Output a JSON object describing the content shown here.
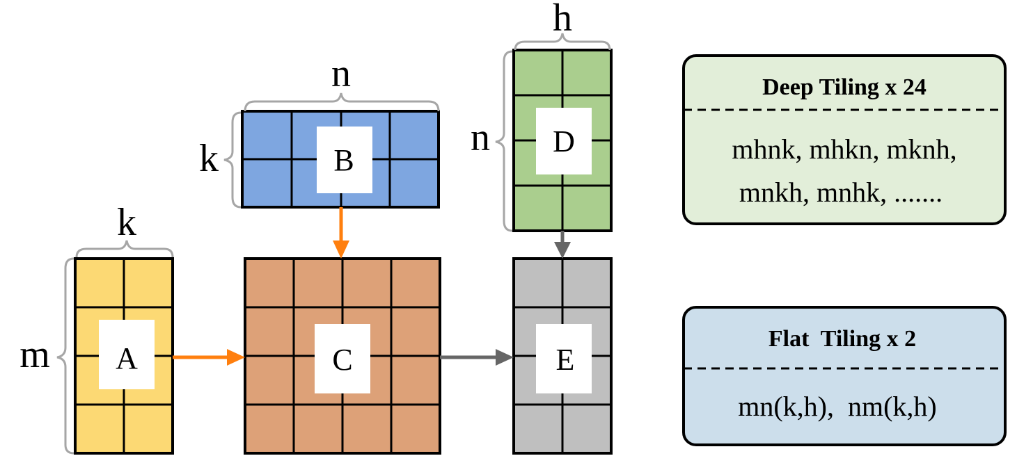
{
  "matrices": {
    "A": {
      "label": "A",
      "color": "#FCD974",
      "rows": 4,
      "cols": 2
    },
    "B": {
      "label": "B",
      "color": "#7EA6E0",
      "rows": 2,
      "cols": 4
    },
    "C": {
      "label": "C",
      "color": "#DDA178",
      "rows": 4,
      "cols": 4
    },
    "D": {
      "label": "D",
      "color": "#AACE8E",
      "rows": 4,
      "cols": 2
    },
    "E": {
      "label": "E",
      "color": "#BFBFBF",
      "rows": 4,
      "cols": 2
    }
  },
  "dimensions": {
    "a_top": "k",
    "a_left": "m",
    "b_top": "n",
    "b_left": "k",
    "d_top": "h",
    "d_left": "n"
  },
  "arrow_colors": {
    "orange": "#FF7F0E",
    "gray": "#666666"
  },
  "deep_tiling": {
    "title": "Deep Tiling x 24",
    "line1": "mhnk, mhkn, mknh,",
    "line2": "mnkh, mnhk,  .......",
    "bg": "#E2EED9"
  },
  "flat_tiling": {
    "title": "Flat  Tiling x 2",
    "line1": "mn(k,h),  nm(k,h)",
    "bg": "#CCDEEB"
  }
}
